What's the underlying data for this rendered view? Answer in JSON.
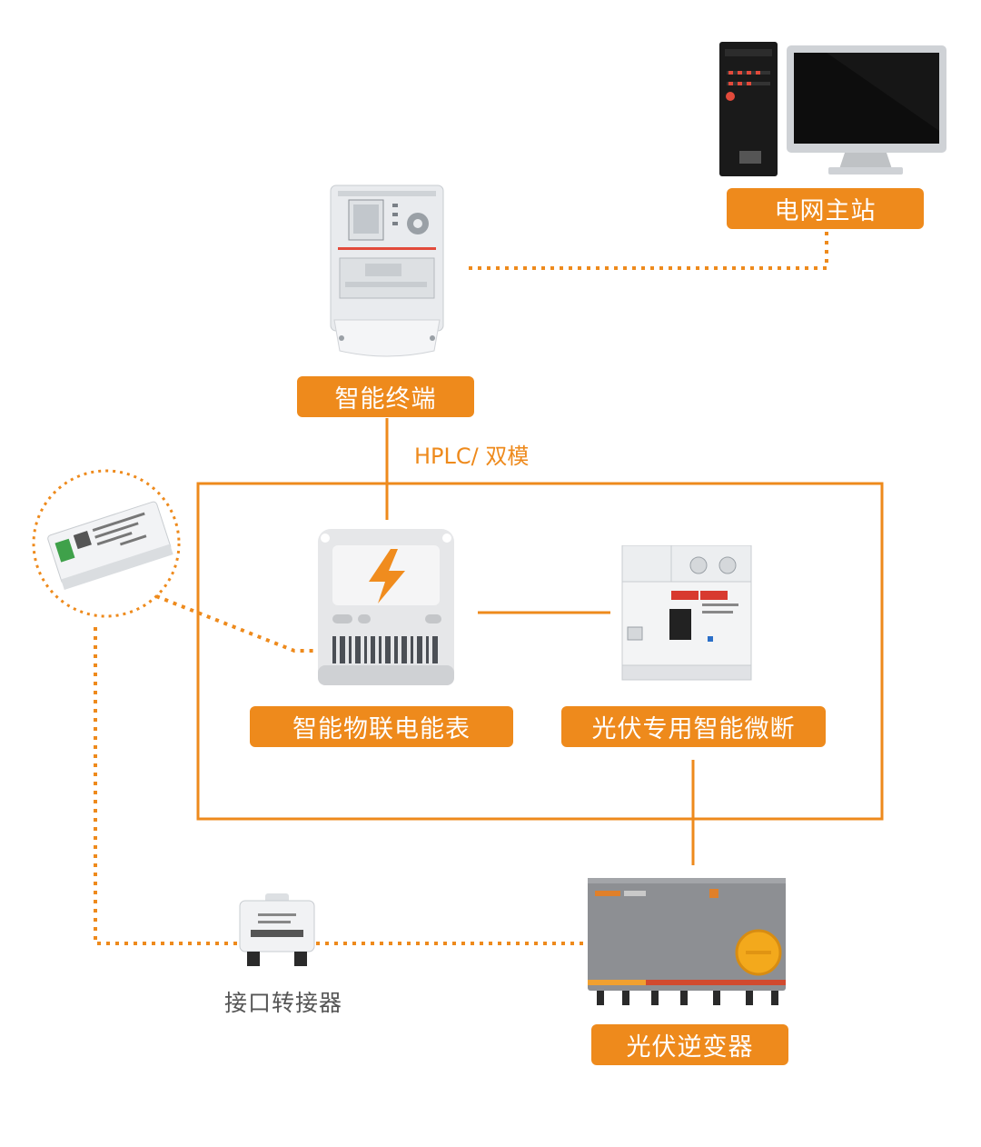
{
  "nodes": {
    "grid_station": {
      "label": "电网主站",
      "icon": "computer-icon"
    },
    "smart_terminal": {
      "label": "智能终端",
      "icon": "terminal-device-icon"
    },
    "smart_meter": {
      "label": "智能物联电能表",
      "icon": "electric-meter-icon"
    },
    "pv_breaker": {
      "label": "光伏专用智能微断",
      "icon": "circuit-breaker-icon"
    },
    "interface_adapter": {
      "label": "接口转接器",
      "icon": "adapter-box-icon"
    },
    "pv_inverter": {
      "label": "光伏逆变器",
      "icon": "inverter-icon"
    },
    "comm_module": {
      "icon": "communication-module-icon"
    }
  },
  "links": {
    "terminal_to_meter_protocol": "HPLC/ 双模"
  },
  "colors": {
    "accent": "#ee8a1c",
    "label_text": "#ffffff",
    "caption_text": "#555555"
  }
}
